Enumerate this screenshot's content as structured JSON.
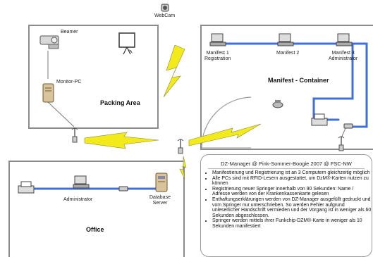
{
  "rooms": {
    "packing": {
      "title": "Packing Area"
    },
    "manifest": {
      "title": "Manifest - Container"
    },
    "office": {
      "title": "Office"
    }
  },
  "devices": {
    "beamer": "Beamer",
    "monitor_pc": "Monitor-PC",
    "webcam": "WebCam",
    "manifest1_line1": "Manifest 1",
    "manifest1_line2": "Registration",
    "manifest2": "Manifest 2",
    "manifest3_line1": "Manifest 3",
    "manifest3_line2": "Administrator",
    "administrator": "Administrator",
    "db_line1": "Database",
    "db_line2": "Server"
  },
  "info": {
    "title": "DZ-Manager @ Pink-Sommer-Boogie 2007 @ FSC-NW",
    "bullets": [
      "Manifestierung und Registrierung ist an 3 Computern gleichzeitig möglich",
      "Alle PCs sind mit RFID-Lesern ausgestattet, um DzM®-Karten nutzen zu können",
      "Registrierung neuer Springer innerhalb von 90 Sekunden: Name / Adresse werden von der Krankenkassenkarte gelesen",
      "Enthaftungserklärungen werden von DZ-Manager ausgefüllt gedruckt und vom Springer nur unterschrieben. So werden Fehler aufgrund unleserlicher Handschrift vermieden und der Vorgang ist in weniger als 60 Sekunden abgeschlossen.",
      "Springer werden mittels ihrer Funkchip-DZM®-Karte in weniger als 10 Sekunden manifestiert"
    ]
  },
  "colors": {
    "network_line": "#3f6fd8",
    "room_border": "#8c8c8c",
    "lightning": "#f2ea1a"
  },
  "icons": [
    "beamer-icon",
    "projection-screen-icon",
    "monitor-pc-icon",
    "webcam-icon",
    "computer-icon",
    "printer-icon",
    "network-switch-icon",
    "wifi-antenna-icon",
    "phone-icon",
    "server-icon",
    "lightning-icon"
  ]
}
